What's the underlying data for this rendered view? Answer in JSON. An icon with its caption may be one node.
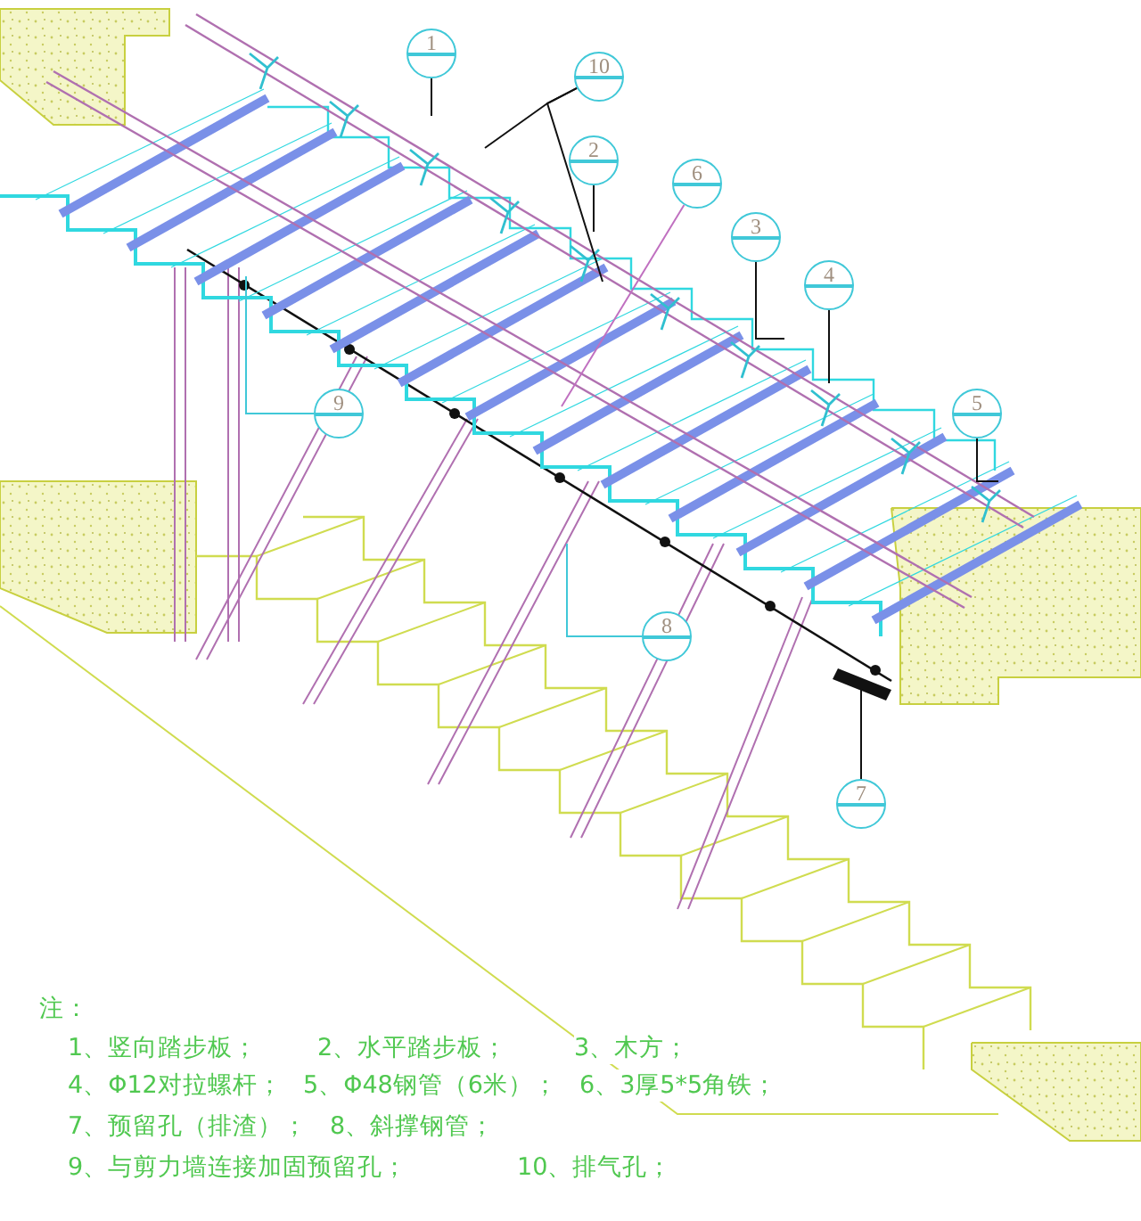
{
  "diagram": {
    "nodes": [
      {
        "text": [
          "1"
        ]
      },
      {
        "text": [
          "10"
        ]
      },
      {
        "text": [
          "2"
        ]
      },
      {
        "text": [
          "6"
        ]
      },
      {
        "text": [
          "3"
        ]
      },
      {
        "text": [
          "4"
        ]
      },
      {
        "text": [
          "5"
        ]
      },
      {
        "text": [
          "9"
        ]
      },
      {
        "text": [
          "8"
        ]
      },
      {
        "text": [
          "7"
        ]
      }
    ],
    "edges": [
      {
        "from": 0,
        "to": null,
        "arrow": "none"
      },
      {
        "from": 1,
        "to": null,
        "arrow": "none"
      },
      {
        "from": 1,
        "to": null,
        "arrow": "none"
      },
      {
        "from": 2,
        "to": null,
        "arrow": "none"
      },
      {
        "from": 3,
        "to": null,
        "arrow": "none",
        "color": "#c070c0"
      },
      {
        "from": 4,
        "to": null,
        "arrow": "none"
      },
      {
        "from": 5,
        "to": null,
        "arrow": "none"
      },
      {
        "from": 6,
        "to": null,
        "arrow": "none"
      },
      {
        "from": 7,
        "to": null,
        "arrow": "none",
        "color": "#40c8d8"
      },
      {
        "from": 8,
        "to": null,
        "arrow": "none",
        "color": "#40c8d8"
      },
      {
        "from": 9,
        "to": null,
        "arrow": "none"
      }
    ],
    "labels": [
      "注：",
      "1、竖向踏步板；",
      "2、水平踏步板；",
      "3、木方；",
      "4、Φ12对拉螺杆；",
      "5、Φ48钢管（6米）；",
      "6、3厚5*5角铁；",
      "7、预留孔（排渣）；",
      "8、斜撑钢管；",
      "9、与剪力墙连接加固预留孔；",
      "10、排气孔；"
    ]
  }
}
